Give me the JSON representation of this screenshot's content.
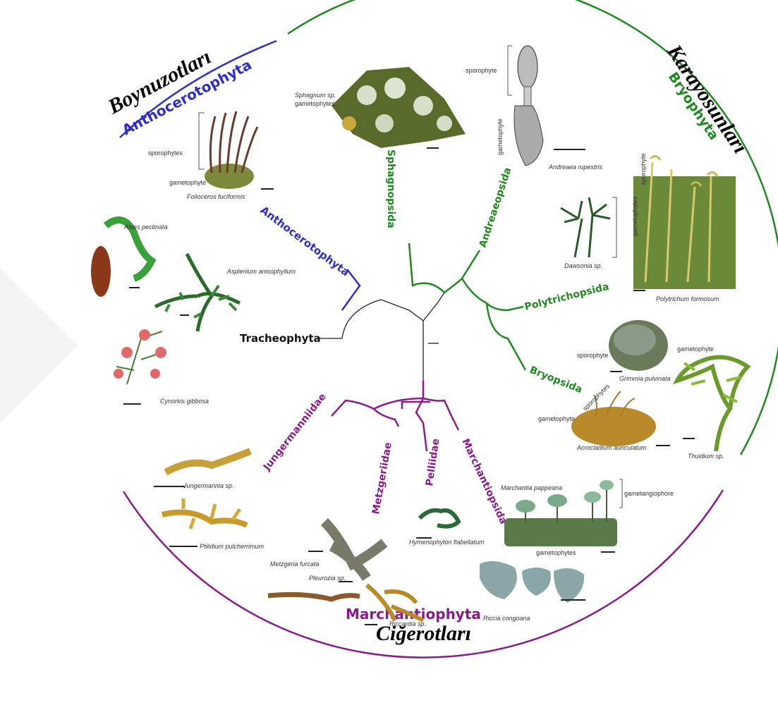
{
  "groups": {
    "hornworts": {
      "turkish": "Boynuzotları",
      "latin": "Anthocerotophyta",
      "color": "#2e2ecc"
    },
    "mosses": {
      "turkish": "Karayosunları",
      "latin": "Bryophyta",
      "color": "#1e8a1e"
    },
    "liverworts": {
      "turkish": "Ciğerotları",
      "latin": "Marchantiophyta",
      "color": "#8b1a8b"
    }
  },
  "branch_labels": {
    "anthocerotophyta": "Anthocerotophyta",
    "tracheophyta": "Tracheophyta",
    "sphagnopsida": "Sphagnopsida",
    "andreaeopsida": "Andreaeopsida",
    "polytrichopsida": "Polytrichopsida",
    "bryopsida": "Bryopsida",
    "jungermanniidae": "Jungermanniidae",
    "metzgeriidae": "Metzgeriidae",
    "pelliidae": "Pelliidae",
    "marchantiopsida": "Marchantiopsida"
  },
  "captions": {
    "abies": "Abies pectinata",
    "asplenium": "Asplenium anisophyllum",
    "cynorkis": "Cynorkis gibbosa",
    "folioceros": "Folioceros fuciformis",
    "sporophytes_horn": "sporophytes",
    "gametophyte_horn": "gametophyte",
    "sphagnum": "Sphagnum sp.",
    "sphagnum_gam": "gametophytes",
    "andreaea": "Andreaea rupestris",
    "sporophyte_and": "sporophyte",
    "gametophyte_and": "gametophyte",
    "dawsonia": "Dawsonia sp.",
    "polytrichum": "Polytrichum formosum",
    "sporophyte_poly": "sporophyte",
    "gametophytes_poly": "gametophytes",
    "grimmia": "Grimmia pulvinata",
    "sporophyte_grim": "sporophyte",
    "gametophyte_thu": "gametophyte",
    "thuidium": "Thuidium sp.",
    "sporophytes_acro": "sporophytes",
    "gametophyte_acro": "gametophyte",
    "acrocladium": "Acrocladium auriculatum",
    "jungermannia": "Jungermannia sp.",
    "ptilidium": "Ptilidium pulcherrimum",
    "metzgeria": "Metzgeria furcata",
    "pleurozia": "Pleurozia sp.",
    "riccardia": "Riccardia sp.",
    "hymenophyton": "Hymenophyton flabellatum",
    "marchantia": "Marchantia pappeana",
    "gametangiophore": "gametangiophore",
    "gametophytes_mar": "gametophytes",
    "riccia": "Riccia congoana"
  }
}
